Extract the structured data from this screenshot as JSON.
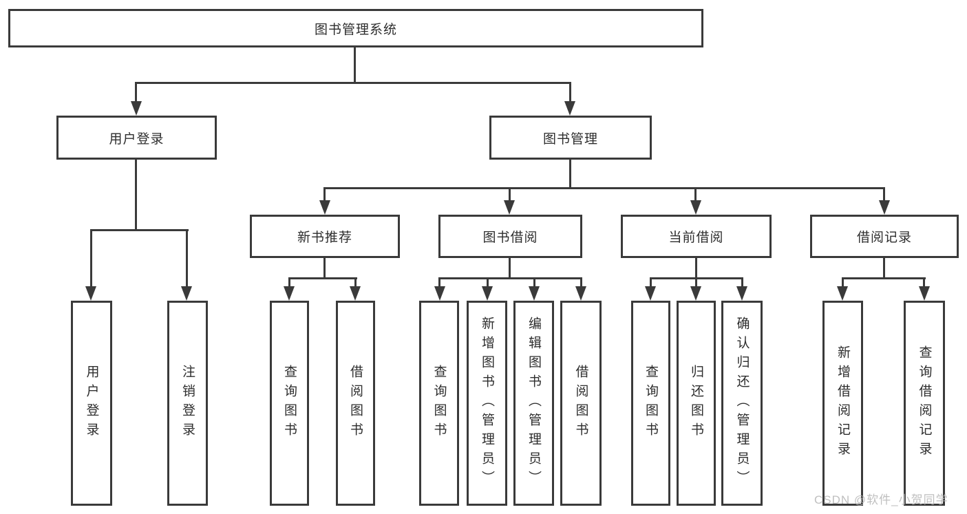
{
  "diagram": {
    "title": "图书管理系统",
    "type": "hierarchy-tree",
    "root": "图书管理系统",
    "level2": [
      "用户登录",
      "图书管理"
    ],
    "level3": [
      "新书推荐",
      "图书借阅",
      "当前借阅",
      "借阅记录"
    ],
    "leaves": {
      "user_login": [
        "用户登录",
        "注销登录"
      ],
      "new_book_recommend": [
        "查询图书",
        "借阅图书"
      ],
      "book_borrow": [
        "查询图书",
        "新增图书（管理员）",
        "编辑图书（管理员）",
        "借阅图书"
      ],
      "current_borrow": [
        "查询图书",
        "归还图书",
        "确认归还（管理员）"
      ],
      "borrow_record": [
        "新增借阅记录",
        "查询借阅记录"
      ]
    },
    "colors": {
      "line": "#3a3a3a",
      "text": "#2d2d2d",
      "watermark": "#b5b5b5",
      "background": "#ffffff"
    }
  },
  "watermark": "CSDN @软件_小贺同学"
}
